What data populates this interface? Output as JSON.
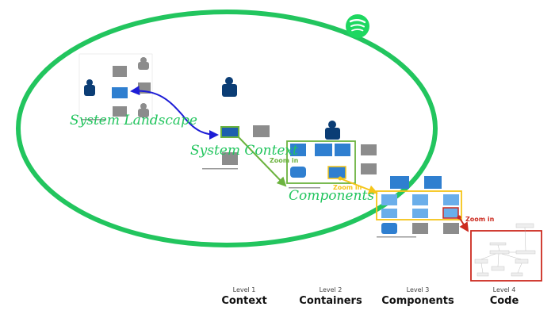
{
  "brand": {
    "logo_icon": "spotify-logo-icon",
    "accent": "#1ed760"
  },
  "labels": {
    "system_landscape": "System Landscape",
    "system_context": "System Context",
    "components": "Components",
    "zoom_in_green": "Zoom in",
    "zoom_in_yellow": "Zoom in",
    "zoom_in_red": "Zoom in"
  },
  "colors": {
    "ellipse": "#22c55e",
    "blue_arrow": "#1d1dd6",
    "green_highlight": "#6cb33f",
    "yellow_highlight": "#f5c518",
    "red_highlight": "#cc2a1f",
    "person": "#0b3d75",
    "box_blue": "#2f7fd0",
    "box_light_blue": "#6aaeea",
    "box_gray": "#8c8c8c"
  },
  "levels": [
    {
      "level": "Level 1",
      "name": "Context"
    },
    {
      "level": "Level 2",
      "name": "Containers"
    },
    {
      "level": "Level 3",
      "name": "Components"
    },
    {
      "level": "Level 4",
      "name": "Code"
    }
  ]
}
